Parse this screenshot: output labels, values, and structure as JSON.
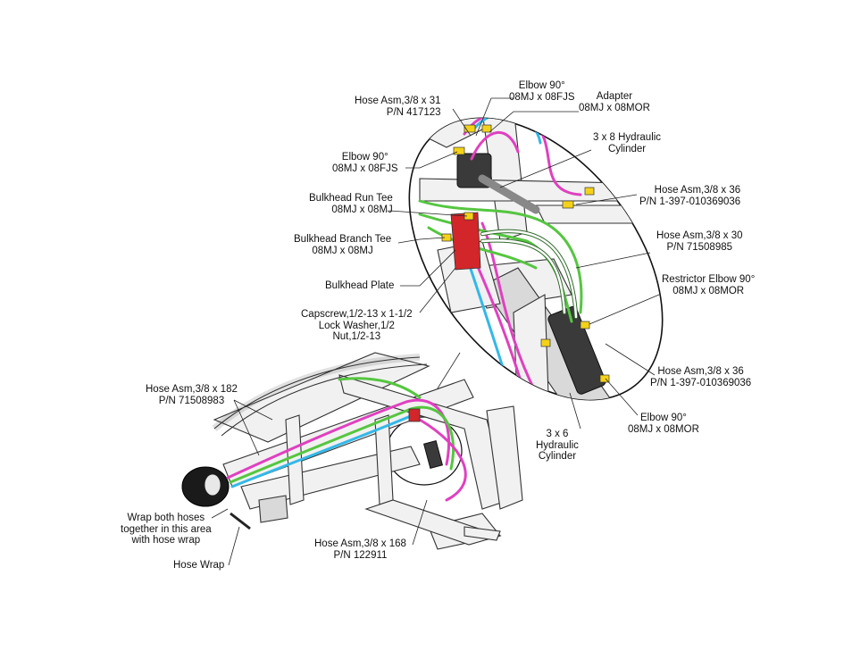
{
  "callouts": {
    "elbow_top_l1": "Elbow 90°",
    "elbow_top_l2": "08MJ x 08FJS",
    "adapter_l1": "Adapter",
    "adapter_l2": "08MJ x 08MOR",
    "hose31_l1": "Hose Asm,3/8 x 31",
    "hose31_l2": "P/N 417123",
    "cyl38_l1": "3 x 8 Hydraulic",
    "cyl38_l2": "Cylinder",
    "elbow_left_l1": "Elbow 90°",
    "elbow_left_l2": "08MJ x 08FJS",
    "hose36a_l1": "Hose Asm,3/8 x 36",
    "hose36a_l2": "P/N 1-397-010369036",
    "runtee_l1": "Bulkhead Run Tee",
    "runtee_l2": "08MJ x 08MJ",
    "hose30_l1": "Hose Asm,3/8 x 30",
    "hose30_l2": "P/N 71508985",
    "branchtee_l1": "Bulkhead Branch Tee",
    "branchtee_l2": "08MJ x 08MJ",
    "restrictor_l1": "Restrictor Elbow 90°",
    "restrictor_l2": "08MJ x 08MOR",
    "bulkplate": "Bulkhead Plate",
    "capscrew_l1": "Capscrew,1/2-13 x 1-1/2",
    "capscrew_l2": "Lock Washer,1/2",
    "capscrew_l3": "Nut,1/2-13",
    "hose36b_l1": "Hose Asm,3/8 x 36",
    "hose36b_l2": "P/N 1-397-010369036",
    "hose182_l1": "Hose Asm,3/8 x 182",
    "hose182_l2": "P/N 71508983",
    "elbow_mor_l1": "Elbow 90°",
    "elbow_mor_l2": "08MJ x 08MOR",
    "cyl36_l1": "3 x 6",
    "cyl36_l2": "Hydraulic",
    "cyl36_l3": "Cylinder",
    "wrap_l1": "Wrap both hoses",
    "wrap_l2": "together in this area",
    "wrap_l3": "with hose wrap",
    "hose168_l1": "Hose Asm,3/8 x 168",
    "hose168_l2": "P/N 122911",
    "hosewrap": "Hose Wrap"
  },
  "colors": {
    "hose_pink": "#e040c0",
    "hose_green": "#55c640",
    "hose_cyan": "#33b8e8",
    "fitting_yellow": "#f4d21a",
    "bulkhead_red": "#d2262a",
    "frame_gray": "#f1f1f1"
  }
}
